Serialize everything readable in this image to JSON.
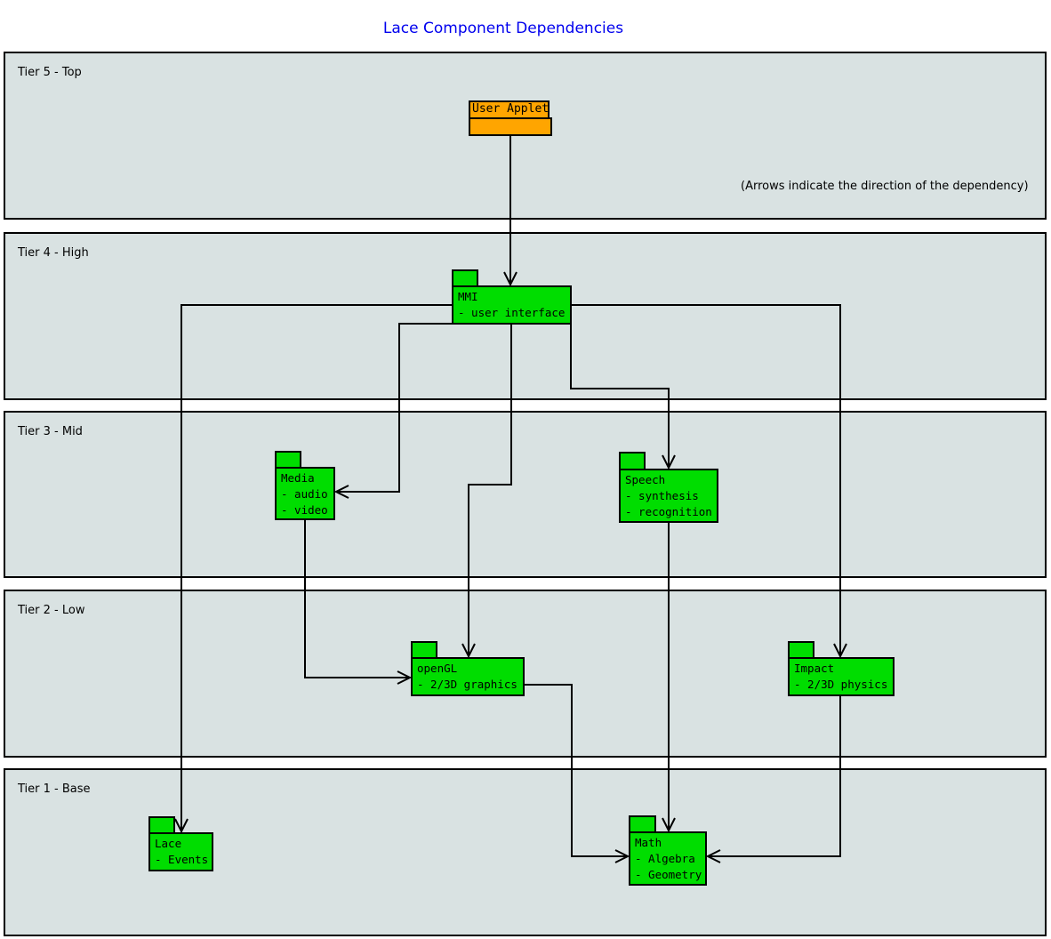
{
  "title": "Lace Component Dependencies",
  "annotation": "(Arrows indicate the direction of the dependency)",
  "colors": {
    "title": "#0000ee",
    "band_background": "#d9e2e2",
    "border": "#000000",
    "green_component": "#00dd00",
    "orange_component": "#ffa500"
  },
  "tiers": [
    {
      "name": "tier-5-top",
      "label": "Tier 5 - Top"
    },
    {
      "name": "tier-4-high",
      "label": "Tier 4 - High"
    },
    {
      "name": "tier-3-mid",
      "label": "Tier 3 - Mid"
    },
    {
      "name": "tier-2-low",
      "label": "Tier 2 - Low"
    },
    {
      "name": "tier-1-base",
      "label": "Tier 1 - Base"
    }
  ],
  "components": [
    {
      "id": "user-applet",
      "title": "User Applet",
      "details": [],
      "fill": "orange_component",
      "tier": "Tier 5 - Top"
    },
    {
      "id": "mmi",
      "title": "MMI",
      "details": [
        "- user interface"
      ],
      "fill": "green_component",
      "tier": "Tier 4 - High"
    },
    {
      "id": "media",
      "title": "Media",
      "details": [
        "- audio",
        "- video"
      ],
      "fill": "green_component",
      "tier": "Tier 3 - Mid"
    },
    {
      "id": "speech",
      "title": "Speech",
      "details": [
        "- synthesis",
        "- recognition"
      ],
      "fill": "green_component",
      "tier": "Tier 3 - Mid"
    },
    {
      "id": "opengl",
      "title": "openGL",
      "details": [
        "- 2/3D graphics"
      ],
      "fill": "green_component",
      "tier": "Tier 2 - Low"
    },
    {
      "id": "impact",
      "title": "Impact",
      "details": [
        "- 2/3D physics"
      ],
      "fill": "green_component",
      "tier": "Tier 2 - Low"
    },
    {
      "id": "lace",
      "title": "Lace",
      "details": [
        "- Events"
      ],
      "fill": "green_component",
      "tier": "Tier 1 - Base"
    },
    {
      "id": "math",
      "title": "Math",
      "details": [
        "- Algebra",
        "- Geometry"
      ],
      "fill": "green_component",
      "tier": "Tier 1 - Base"
    }
  ],
  "edges": [
    {
      "from": "user-applet",
      "to": "mmi"
    },
    {
      "from": "mmi",
      "to": "media"
    },
    {
      "from": "mmi",
      "to": "speech"
    },
    {
      "from": "mmi",
      "to": "opengl"
    },
    {
      "from": "mmi",
      "to": "lace"
    },
    {
      "from": "mmi",
      "to": "impact"
    },
    {
      "from": "media",
      "to": "opengl"
    },
    {
      "from": "speech",
      "to": "math"
    },
    {
      "from": "opengl",
      "to": "math"
    },
    {
      "from": "impact",
      "to": "math"
    }
  ]
}
